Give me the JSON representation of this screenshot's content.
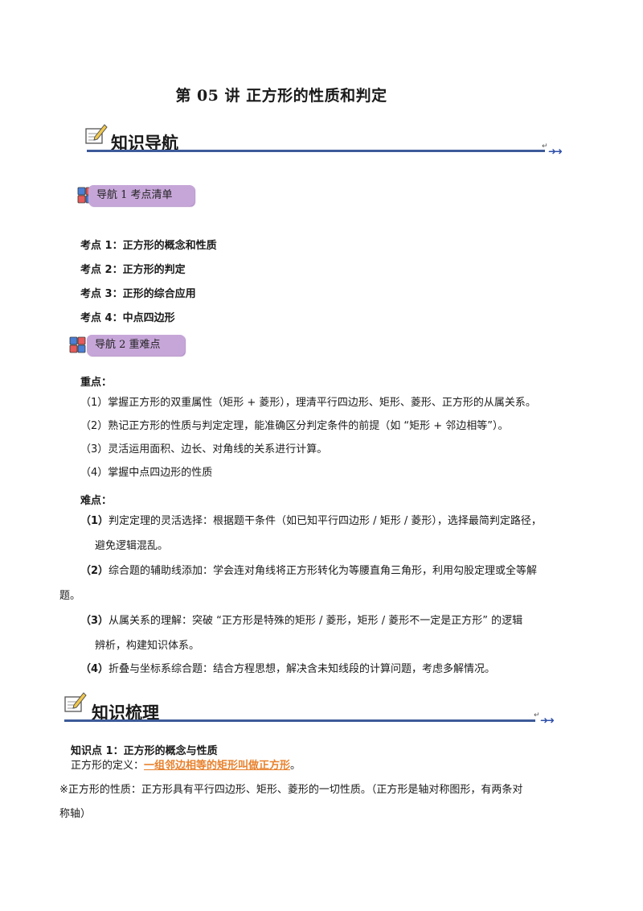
{
  "doc": {
    "title": "第 05 讲  正方形的性质和判定"
  },
  "section1": {
    "title": "知识导航",
    "return_mark": "↵",
    "arrows": "➜➜"
  },
  "nav1": {
    "label": "导航 1  考点清单",
    "items": [
      "考点 1：正方形的概念和性质",
      "考点 2：正方形的判定",
      "考点 3：正形的综合应用",
      "考点 4：中点四边形"
    ]
  },
  "nav2": {
    "label": "导航 2  重难点",
    "key_label": "重点：",
    "key_points": [
      "（1）掌握正方形的双重属性（矩形 + 菱形），理清平行四边形、矩形、菱形、正方形的从属关系。",
      "（2）熟记正方形的性质与判定定理，能准确区分判定条件的前提（如 “矩形 + 邻边相等”）。",
      "（3）灵活运用面积、边长、对角线的关系进行计算。",
      "（4）掌握中点四边形的性质"
    ],
    "diff_label": "难点：",
    "diff_points": [
      {
        "num": "（1）",
        "line1": "判定定理的灵活选择：根据题干条件（如已知平行四边形 / 矩形 / 菱形），选择最简判定路径，",
        "line2": "避免逻辑混乱。"
      },
      {
        "num": "（2）",
        "line1": "综合题的辅助线添加：学会连对角线将正方形转化为等腰直角三角形，利用勾股定理或全等解",
        "line2": "题。"
      },
      {
        "num": "（3）",
        "line1": "从属关系的理解：突破 “正方形是特殊的矩形 / 菱形，矩形 / 菱形不一定是正方形” 的逻辑",
        "line2": "辨析，构建知识体系。"
      },
      {
        "num": "（4）",
        "line1": "折叠与坐标系综合题：结合方程思想，解决含未知线段的计算问题，考虑多解情况。",
        "line2": ""
      }
    ]
  },
  "section2": {
    "title": "知识梳理",
    "return_mark": "↵",
    "arrows": "➜➜",
    "point_title": "知识点 1：正方形的概念与性质",
    "def_prefix": "正方形的定义：",
    "def_highlight": "一组邻边相等的矩形叫做正方形",
    "def_suffix": "。",
    "prop_line1": "※正方形的性质：正方形具有平行四边形、矩形、菱形的一切性质。（正方形是轴对称图形，有两条对",
    "prop_line2": "称轴）"
  },
  "colors": {
    "rule": "#3d5a99",
    "arrows": "#2e4fa8",
    "badge": "#c6a6d8",
    "highlight": "#e8822e"
  }
}
